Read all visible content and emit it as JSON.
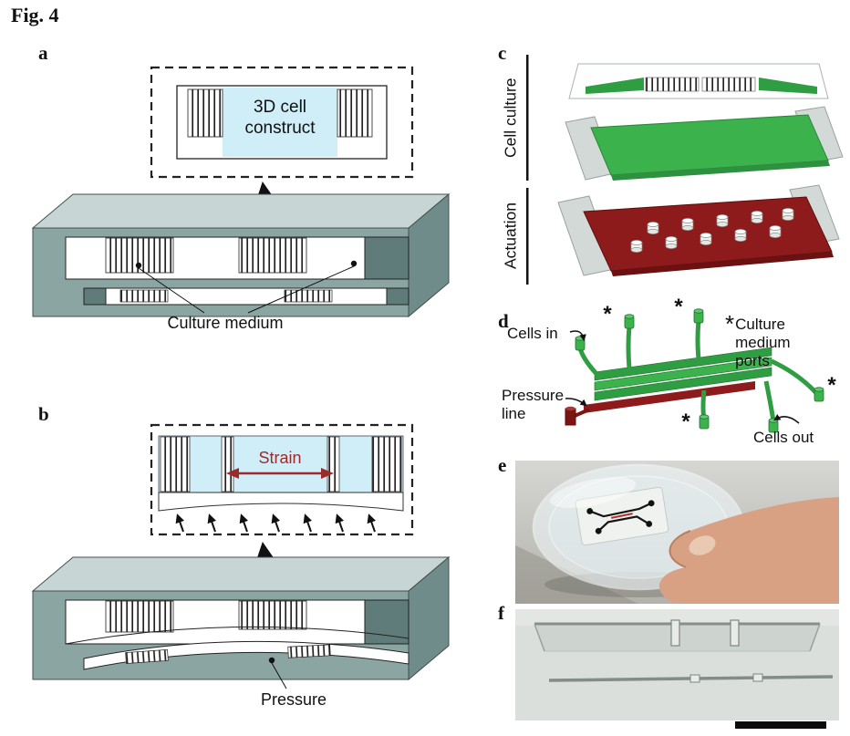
{
  "figure_label": "Fig. 4",
  "colors": {
    "green": "#3cb24c",
    "dark_green": "#2f9e42",
    "dark_red": "#8e1b1b",
    "light_blue": "#cfeef7",
    "strain_red": "#9b2b2b",
    "teal_top": "#c7d6d4",
    "teal_front": "#8ba5a3",
    "teal_side": "#6f8c8a"
  },
  "panels": {
    "a": {
      "letter": "a",
      "inset_line1": "3D cell",
      "inset_line2": "construct",
      "caption": "Culture medium"
    },
    "b": {
      "letter": "b",
      "strain_label": "Strain",
      "caption": "Pressure"
    },
    "c": {
      "letter": "c",
      "top_label": "Cell culture",
      "bottom_label": "Actuation"
    },
    "d": {
      "letter": "d",
      "cells_in": "Cells in",
      "ports_star": "*",
      "ports_line1": "Culture",
      "ports_line2": "medium",
      "ports_line3": "ports",
      "pressure_line1": "Pressure",
      "pressure_line2": "line",
      "cells_out": "Cells out",
      "star": "*"
    },
    "e": {
      "letter": "e"
    },
    "f": {
      "letter": "f"
    }
  }
}
